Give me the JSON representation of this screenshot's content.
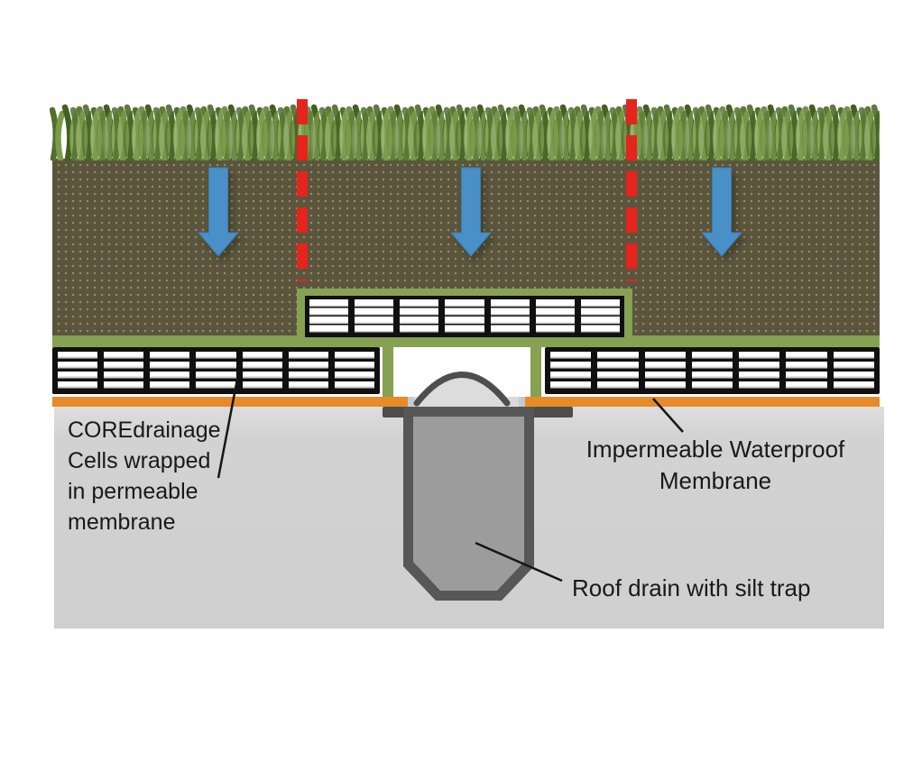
{
  "diagram": {
    "labels": {
      "core_cells": [
        "COREdrainage",
        "Cells wrapped",
        "in permeable",
        "membrane"
      ],
      "membrane": [
        "Impermeable Waterproof",
        "Membrane"
      ],
      "drain": "Roof drain with silt trap"
    },
    "icons": [
      {
        "name": "infiltration-arrow-icon",
        "glyph": "↓",
        "color": "#4a8fc8",
        "count": 3
      },
      {
        "name": "boundary-dashed-line",
        "color": "#e6231c",
        "count": 2
      }
    ],
    "colors": {
      "grass_light": "#86a455",
      "grass_mid": "#5d7b35",
      "grass_dark": "#42601f",
      "soil": "#5a553c",
      "soil_dots": "#948d68",
      "permeable_membrane_green": "#87a152",
      "cell_frame_black": "#101010",
      "cell_slat_white": "#ffffff",
      "impermeable_membrane_orange": "#e78b28",
      "concrete_slab_gray": "#d2d2d2",
      "drain_metal_dark": "#575757",
      "drain_inner_gray": "#9c9c9c",
      "arrow_blue": "#4a8fc8",
      "dashed_line_red": "#e6231c",
      "label_text": "#191919"
    }
  }
}
